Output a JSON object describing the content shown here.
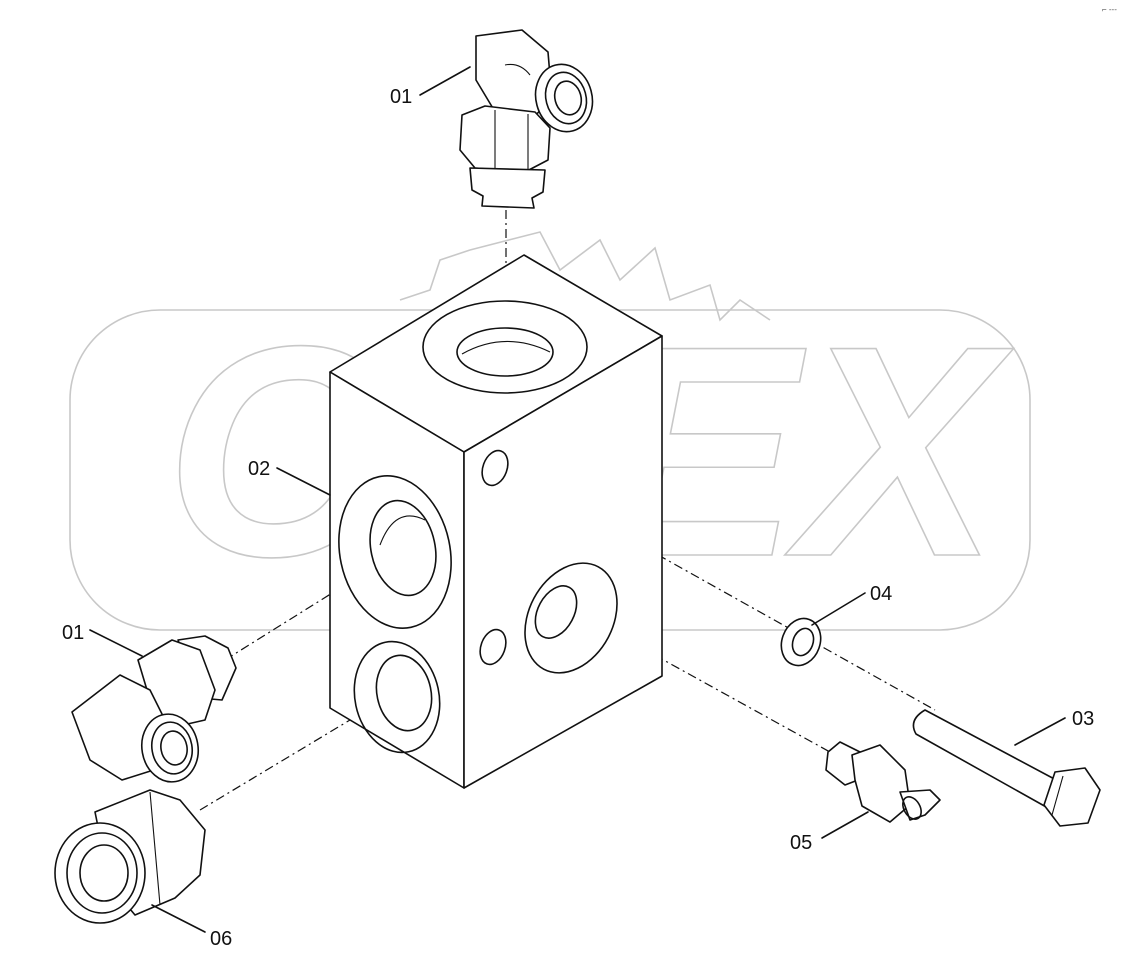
{
  "watermark": {
    "text": "OPEX"
  },
  "corner_mark": "⌐ ---",
  "callouts": {
    "fitting_top": "01",
    "valve_block": "02",
    "bolt": "03",
    "washer": "04",
    "sensor": "05",
    "adapter": "06",
    "fitting_left": "01"
  }
}
